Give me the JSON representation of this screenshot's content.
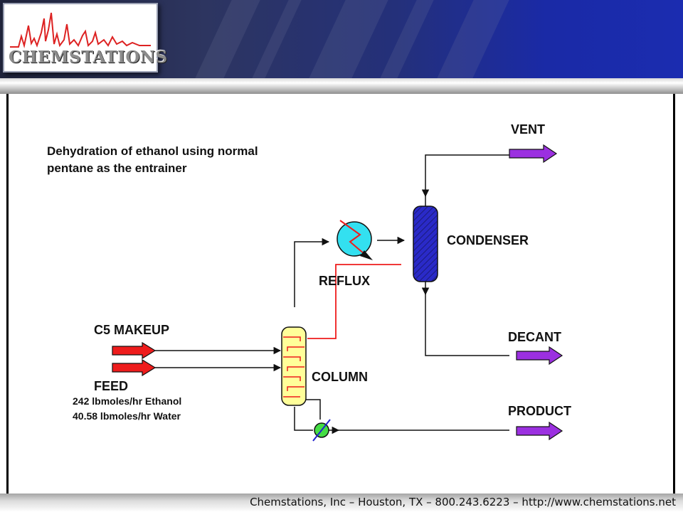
{
  "brand": {
    "logo_text": "CHEMSTATIONS"
  },
  "diagram": {
    "caption_line1": "Dehydration of ethanol using normal",
    "caption_line2": "pentane as the entrainer",
    "labels": {
      "vent": "VENT",
      "condenser": "CONDENSER",
      "reflux": "REFLUX",
      "c5_makeup": "C5 MAKEUP",
      "decant": "DECANT",
      "column": "COLUMN",
      "feed": "FEED",
      "feed_ethanol": "242 lbmoles/hr Ethanol",
      "feed_water": "40.58 lbmoles/hr Water",
      "product": "PRODUCT"
    },
    "colors": {
      "feed_arrow": "#ee1c1c",
      "product_arrow": "#9b30e0",
      "exchanger": "#33e0f0",
      "condenser": "#2a2ac8",
      "column": "#ffff99",
      "reflux_line": "#ee1c1c",
      "reboiler": "#44dd44"
    }
  },
  "footer": {
    "text": "Chemstations, Inc – Houston, TX – 800.243.6223 – http://www.chemstations.net"
  }
}
